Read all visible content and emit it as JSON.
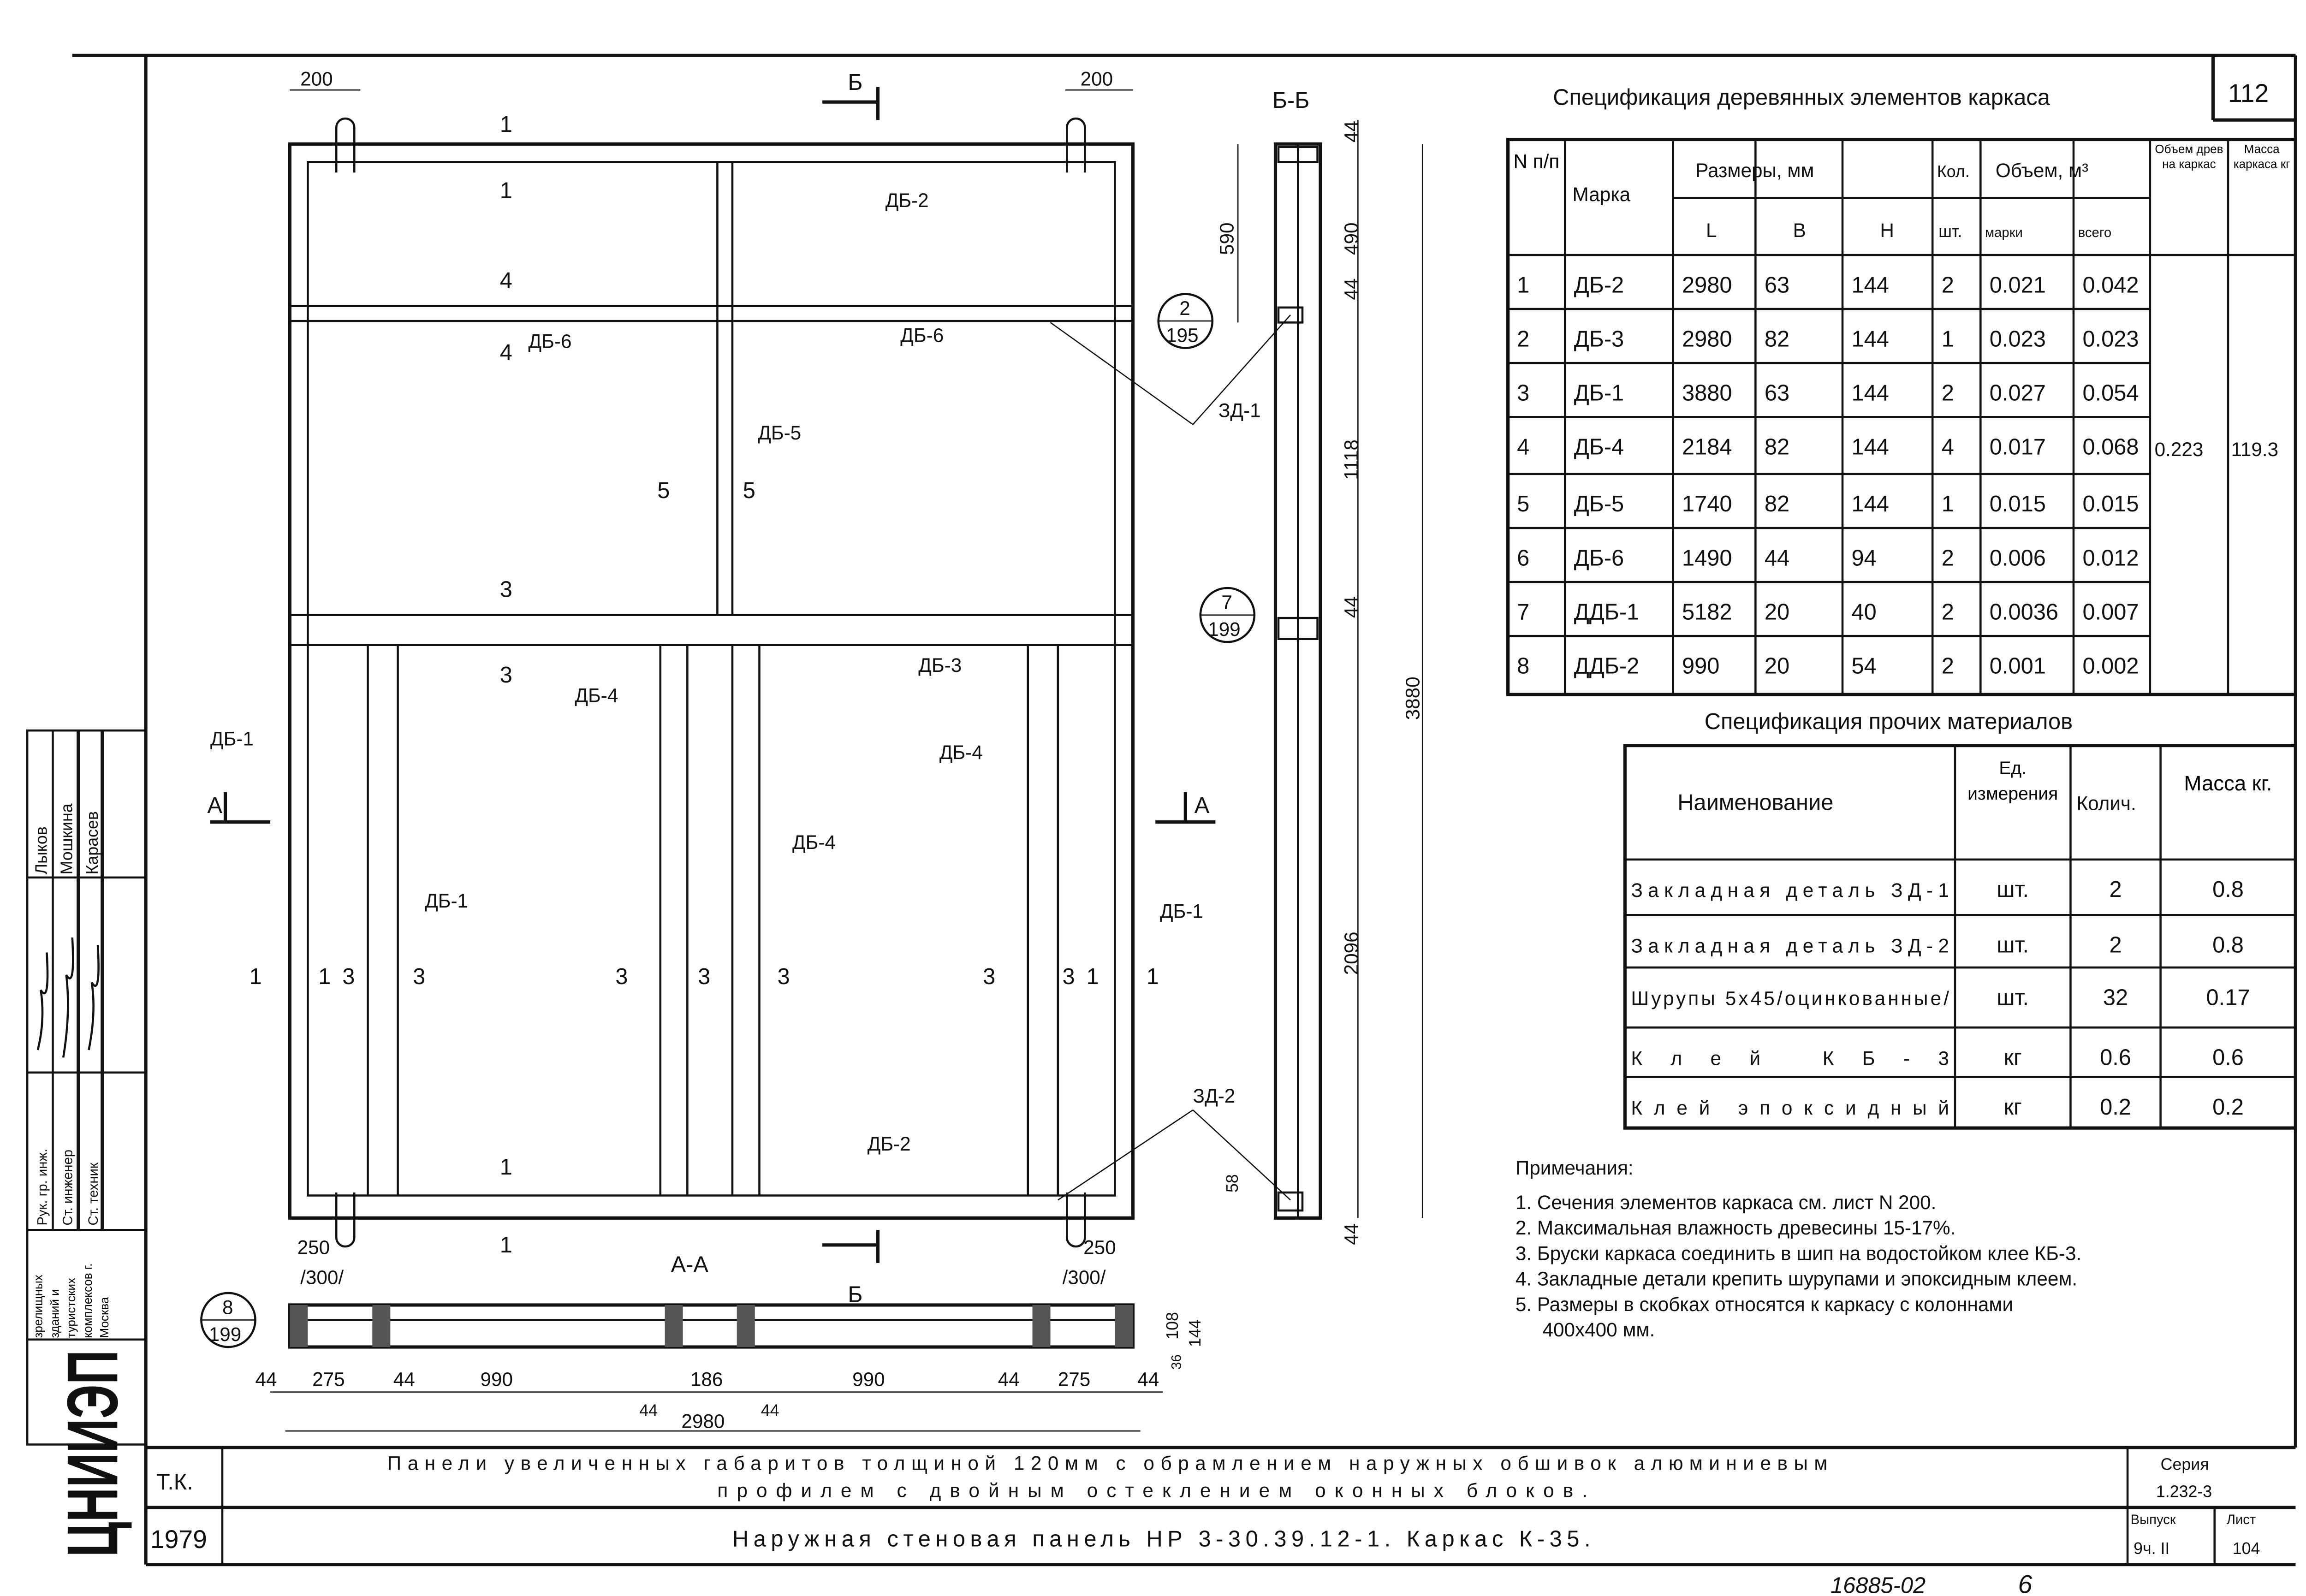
{
  "sheet_number": "112",
  "spec_wood": {
    "title": "Спецификация деревянных элементов каркаса",
    "headers": {
      "n": "N п/п",
      "mark": "Марка",
      "dims": "Размеры, мм",
      "L": "L",
      "B": "B",
      "H": "H",
      "qty": "Кол.",
      "qty_unit": "шт.",
      "vol": "Объем, м³",
      "vol_mark": "марки",
      "vol_total": "всего",
      "vol_frame": "Объем древ на каркас",
      "mass": "Масса каркаса кг"
    },
    "rows": [
      {
        "n": "1",
        "mark": "ДБ-2",
        "L": "2980",
        "B": "63",
        "H": "144",
        "qty": "2",
        "vm": "0.021",
        "vt": "0.042"
      },
      {
        "n": "2",
        "mark": "ДБ-3",
        "L": "2980",
        "B": "82",
        "H": "144",
        "qty": "1",
        "vm": "0.023",
        "vt": "0.023"
      },
      {
        "n": "3",
        "mark": "ДБ-1",
        "L": "3880",
        "B": "63",
        "H": "144",
        "qty": "2",
        "vm": "0.027",
        "vt": "0.054"
      },
      {
        "n": "4",
        "mark": "ДБ-4",
        "L": "2184",
        "B": "82",
        "H": "144",
        "qty": "4",
        "vm": "0.017",
        "vt": "0.068"
      },
      {
        "n": "5",
        "mark": "ДБ-5",
        "L": "1740",
        "B": "82",
        "H": "144",
        "qty": "1",
        "vm": "0.015",
        "vt": "0.015"
      },
      {
        "n": "6",
        "mark": "ДБ-6",
        "L": "1490",
        "B": "44",
        "H": "94",
        "qty": "2",
        "vm": "0.006",
        "vt": "0.012"
      },
      {
        "n": "7",
        "mark": "ДДБ-1",
        "L": "5182",
        "B": "20",
        "H": "40",
        "qty": "2",
        "vm": "0.0036",
        "vt": "0.007"
      },
      {
        "n": "8",
        "mark": "ДДБ-2",
        "L": "990",
        "B": "20",
        "H": "54",
        "qty": "2",
        "vm": "0.001",
        "vt": "0.002"
      }
    ],
    "vol_frame_value": "0.223",
    "mass_value": "119.3"
  },
  "spec_other": {
    "title": "Спецификация прочих материалов",
    "headers": {
      "name": "Наименование",
      "unit": "Ед. измерения",
      "qty": "Колич.",
      "mass": "Масса кг."
    },
    "rows": [
      {
        "name": "Закладная деталь ЗД-1",
        "unit": "шт.",
        "qty": "2",
        "mass": "0.8"
      },
      {
        "name": "Закладная деталь ЗД-2",
        "unit": "шт.",
        "qty": "2",
        "mass": "0.8"
      },
      {
        "name": "Шурупы 5x45/оцинкованные/",
        "unit": "шт.",
        "qty": "32",
        "mass": "0.17"
      },
      {
        "name": "Клей КБ-3",
        "unit": "кг",
        "qty": "0.6",
        "mass": "0.6"
      },
      {
        "name": "Клей эпоксидный",
        "unit": "кг",
        "qty": "0.2",
        "mass": "0.2"
      }
    ]
  },
  "notes": {
    "title": "Примечания:",
    "items": [
      "1. Сечения элементов каркаса см. лист N 200.",
      "2. Максимальная влажность древесины 15-17%.",
      "3. Бруски каркаса соединить в шип на водостойком клее КБ-3.",
      "4. Закладные детали крепить шурупами и эпоксидным клеем.",
      "5. Размеры в скобках относятся к каркасу с колоннами",
      "400x400 мм."
    ]
  },
  "drawing": {
    "labels": {
      "db1": "ДБ-1",
      "db2": "ДБ-2",
      "db3": "ДБ-3",
      "db4": "ДБ-4",
      "db5": "ДБ-5",
      "db6": "ДБ-6",
      "zd1": "ЗД-1",
      "zd2": "ЗД-2",
      "sec_b": "Б",
      "sec_a": "А",
      "sec_bb": "Б-Б",
      "sec_aa": "А-А",
      "n1": "1",
      "n3": "3",
      "n4": "4",
      "n5": "5"
    },
    "callouts": [
      {
        "top": "2",
        "bottom": "195"
      },
      {
        "top": "7",
        "bottom": "199"
      },
      {
        "top": "8",
        "bottom": "199"
      }
    ],
    "dims": {
      "d200": "200",
      "d590": "590",
      "d490": "490",
      "d44": "44",
      "d1118": "1118",
      "d3880": "3880",
      "d2096": "2096",
      "d58": "58",
      "d250": "250",
      "d300": "/300/",
      "d108": "108",
      "d144": "144",
      "d36": "36",
      "d275": "275",
      "d990": "990",
      "d186": "186",
      "d2980": "2980"
    }
  },
  "stamp": {
    "roles": [
      "Рук. гр. инж.",
      "Ст. инженер",
      "Ст. техник"
    ],
    "names": [
      "Лыков",
      "Мошкина",
      "Карасев"
    ],
    "org": "ЦНИИЭП",
    "org_full": "зрелищных зданий и туристских комплексов г. Москва"
  },
  "title_block": {
    "tk": "Т.К.",
    "year": "1979",
    "series_label": "Серия",
    "series_value": "1.232-3",
    "line1": "Панели увеличенных габаритов толщиной 120мм с обрамлением наружных обшивок алюминиевым",
    "line2": "профилем с двойным остеклением оконных блоков.",
    "title": "Наружная стеновая панель НР 3-30.39.12-1. Каркас К-35.",
    "issue_label": "Выпуск",
    "issue_value": "9ч. II",
    "sheet_label": "Лист",
    "sheet_value": "104"
  },
  "footer_code": "16885-02",
  "footer_page": "6"
}
